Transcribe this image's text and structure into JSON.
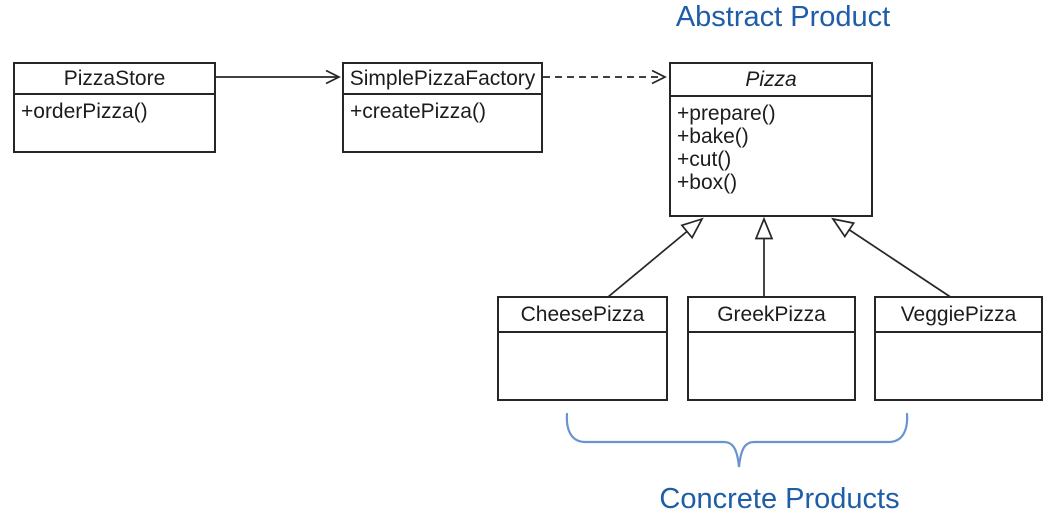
{
  "diagram": {
    "section_labels": {
      "abstract_product": "Abstract Product",
      "concrete_products": "Concrete Products"
    },
    "classes": {
      "pizza_store": {
        "name": "PizzaStore",
        "methods": [
          "+orderPizza()"
        ]
      },
      "simple_pizza_factory": {
        "name": "SimplePizzaFactory",
        "methods": [
          "+createPizza()"
        ]
      },
      "pizza": {
        "name": "Pizza",
        "is_abstract": true,
        "methods": [
          "+prepare()",
          "+bake()",
          "+cut()",
          "+box()"
        ]
      },
      "cheese_pizza": {
        "name": "CheesePizza",
        "methods": []
      },
      "greek_pizza": {
        "name": "GreekPizza",
        "methods": []
      },
      "veggie_pizza": {
        "name": "VeggiePizza",
        "methods": []
      }
    },
    "relations": [
      {
        "from": "PizzaStore",
        "to": "SimplePizzaFactory",
        "type": "directed-association",
        "line": "solid",
        "arrowhead": "open"
      },
      {
        "from": "SimplePizzaFactory",
        "to": "Pizza",
        "type": "dependency",
        "line": "dashed",
        "arrowhead": "open"
      },
      {
        "from": "CheesePizza",
        "to": "Pizza",
        "type": "generalization",
        "line": "solid",
        "arrowhead": "hollow-triangle"
      },
      {
        "from": "GreekPizza",
        "to": "Pizza",
        "type": "generalization",
        "line": "solid",
        "arrowhead": "hollow-triangle"
      },
      {
        "from": "VeggiePizza",
        "to": "Pizza",
        "type": "generalization",
        "line": "solid",
        "arrowhead": "hollow-triangle"
      }
    ],
    "colors": {
      "label_text": "#1e5da7",
      "brace": "#6b93cf",
      "ink": "#262626"
    }
  }
}
